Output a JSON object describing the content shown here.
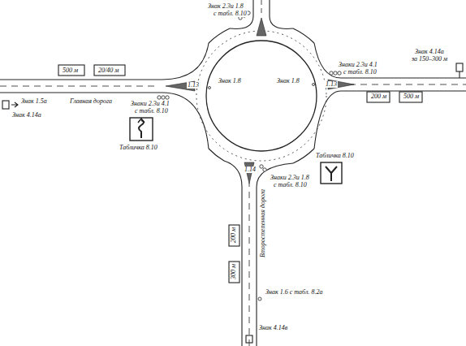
{
  "diagram": {
    "labels": [
      "Знак 2.3и 1.8",
      "с табл. 8.10",
      "Знак 4.14а",
      "за 150–300 м",
      "Знаки 2.3и 4.1",
      "с табл. 8.10",
      "200 м",
      "500 м",
      "Знак 1.8",
      "1.13",
      "Знак 1.8",
      "1.13",
      "500 м",
      "20/40 м",
      "Знак 1.5а",
      "Знак 4.14а",
      "Главная дорога",
      "Знаки 2.3и 4.1",
      "с табл. 8.10",
      "Табличка 8.10",
      "1.14",
      "Табличка 8.10",
      "Знаки 2.3и 1.8",
      "с табл. 8.10",
      "Второстепенная дорога",
      "200 м",
      "300 м",
      "Знак 1.6 с табл. 8.2а",
      "Знак 4.14в"
    ]
  }
}
